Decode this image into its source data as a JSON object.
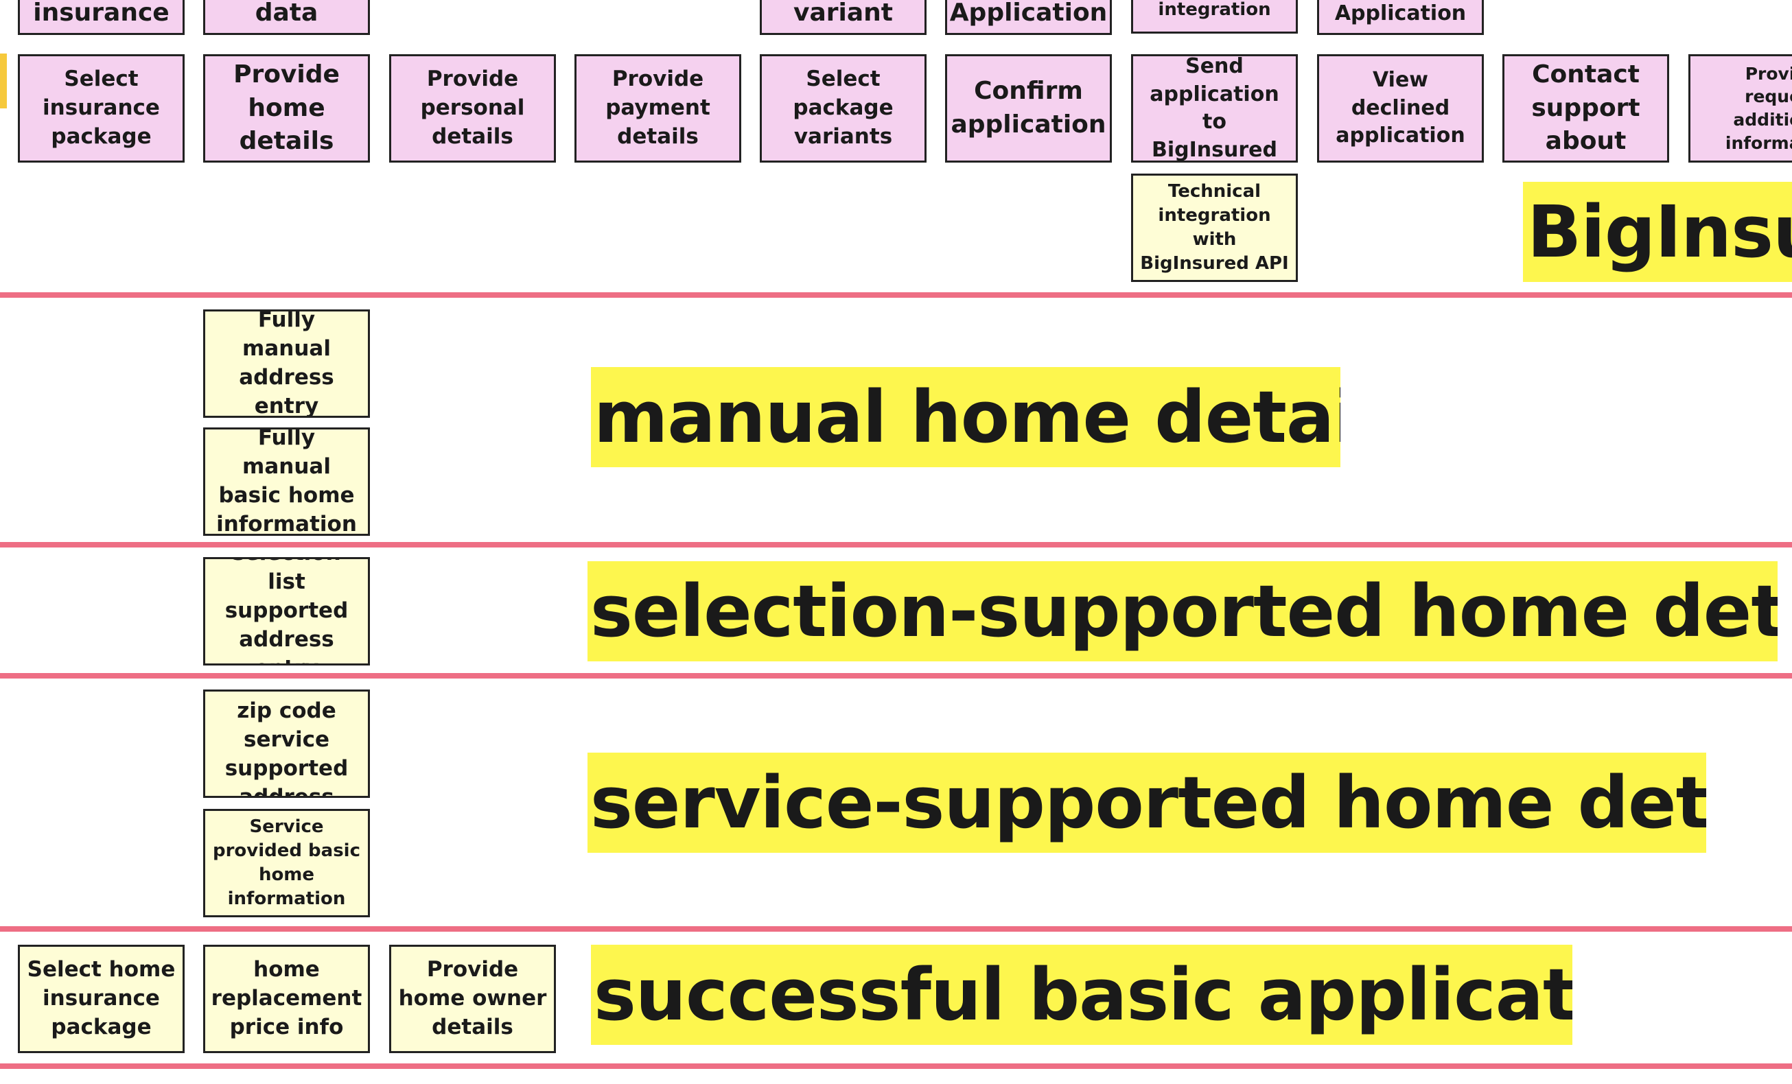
{
  "colors": {
    "pink_note": "#f5d1ef",
    "yellow_note": "#fefdd6",
    "lane_line": "#ee6e84",
    "lane_label_bg": "#fdf64e"
  },
  "top_row_cut": [
    "insurance",
    "data",
    "variant",
    "Application",
    "integration",
    "Application"
  ],
  "steps_row": [
    "Select insurance package",
    "Provide home details",
    "Provide personal details",
    "Provide payment details",
    "Select package variants",
    "Confirm application",
    "Send application to BigInsured",
    "View declined application",
    "Contact support about",
    "Provide request additional information"
  ],
  "technical_note": "Technical integration with BigInsured API",
  "biginsured_label": "BigInsured",
  "lanes": [
    {
      "label": "manual home details",
      "notes": [
        "Fully manual address entry",
        "Fully manual basic home information"
      ]
    },
    {
      "label": "selection-supported home details",
      "notes": [
        "selection list supported address entry"
      ]
    },
    {
      "label": "service-supported home details",
      "notes": [
        "zip code service supported address entry",
        "Service provided basic home information"
      ]
    },
    {
      "label": "successful basic application",
      "notes": [
        "Select home insurance package",
        "home replacement price info",
        "Provide home owner details"
      ]
    }
  ]
}
